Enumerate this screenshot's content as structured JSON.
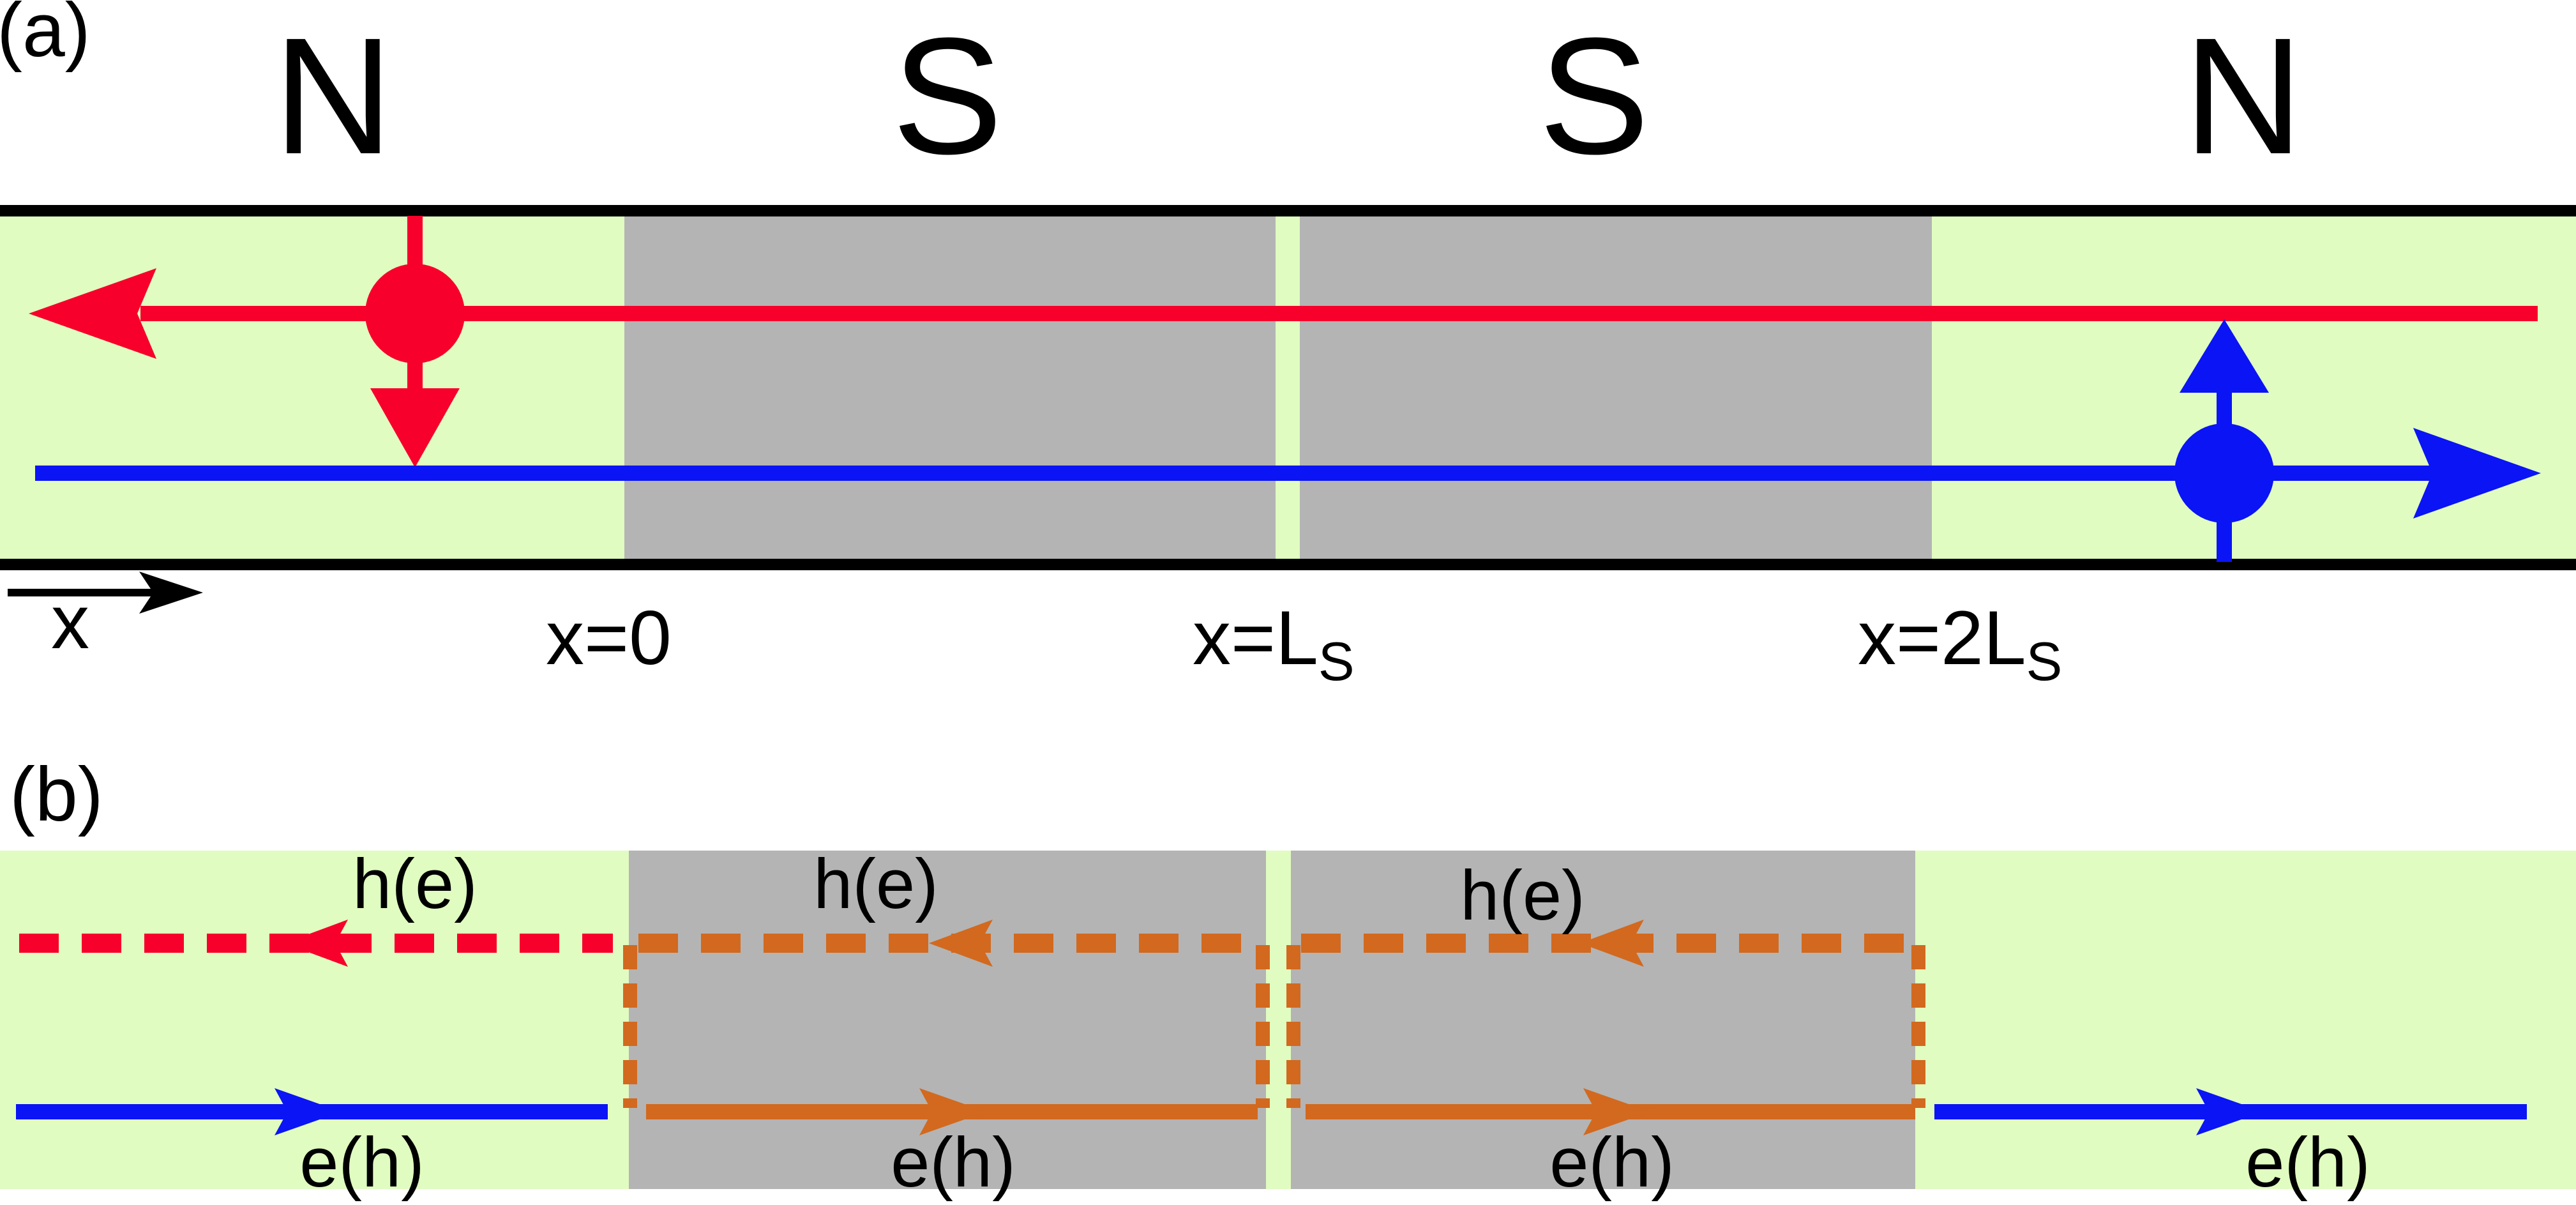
{
  "panel_a": {
    "label": "(a)",
    "regions": [
      "N",
      "S",
      "S",
      "N"
    ],
    "x_axis_label": "x",
    "positions": [
      {
        "main": "x=0",
        "sub": ""
      },
      {
        "main": "x=L",
        "sub": "S"
      },
      {
        "main": "x=2L",
        "sub": "S"
      }
    ]
  },
  "panel_b": {
    "label": "(b)",
    "top_labels": [
      "h(e)",
      "h(e)",
      "h(e)"
    ],
    "bottom_labels": [
      "e(h)",
      "e(h)",
      "e(h)",
      "e(h)"
    ]
  },
  "colors": {
    "normal_region": "#e0fcc0",
    "superconductor": "#b4b4b4",
    "hole_channel": "#f7002b",
    "electron_channel": "#0a14f5",
    "mixed_channel": "#d2691e",
    "border": "#000000"
  }
}
